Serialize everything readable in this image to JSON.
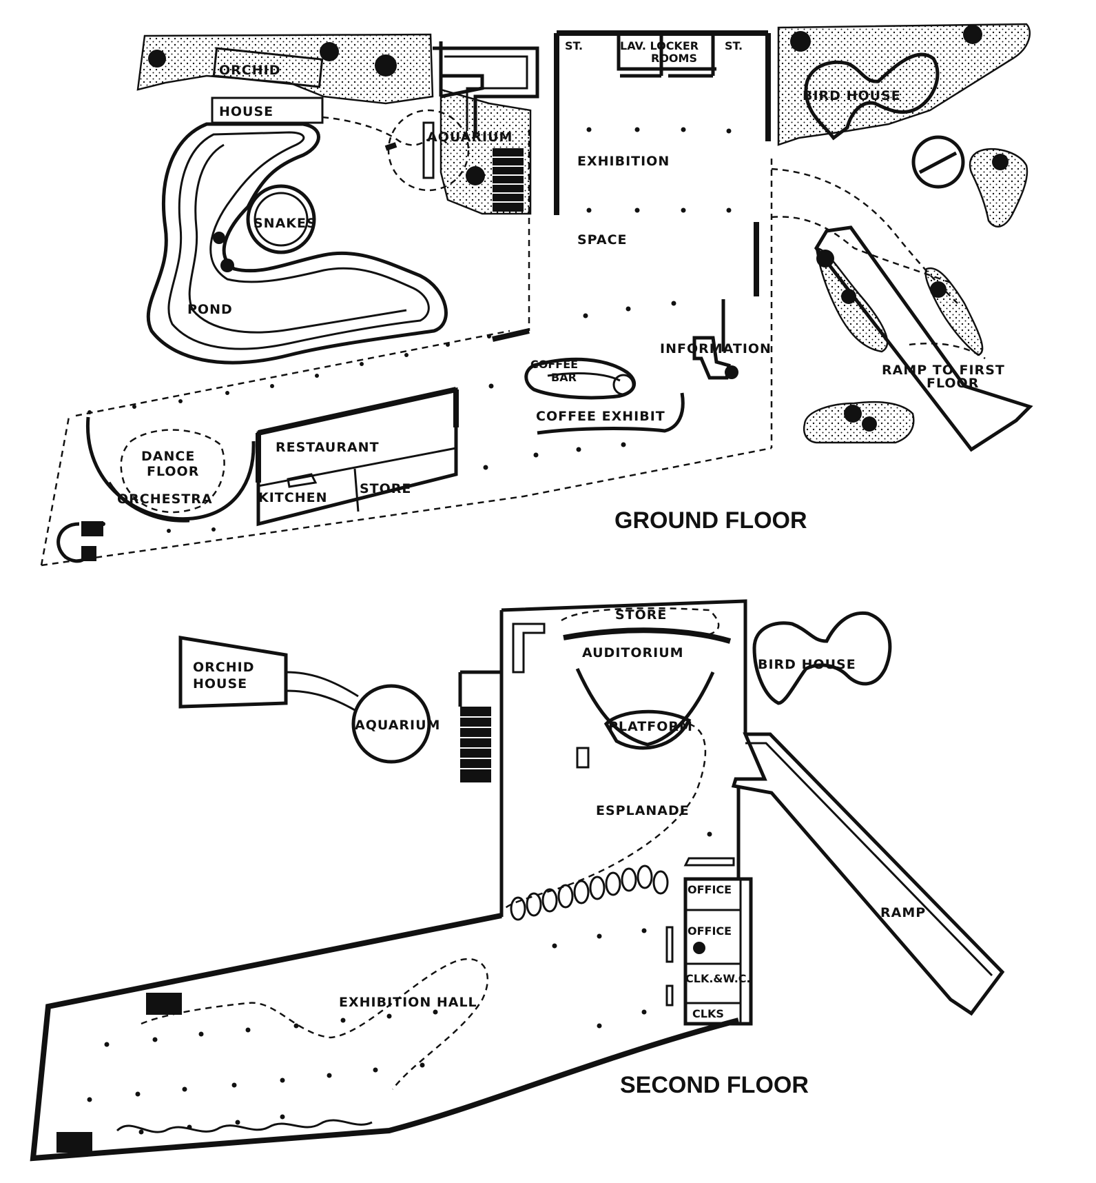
{
  "ground_floor": {
    "title": "GROUND FLOOR",
    "labels": {
      "orchid": "ORCHID",
      "house": "HOUSE",
      "aquarium": "AQUARIUM",
      "snakes": "SNAKES",
      "pond": "POND",
      "exhibition": "EXHIBITION",
      "space": "SPACE",
      "information": "INFORMATION",
      "coffee_bar_1": "COFFEE",
      "coffee_bar_2": "BAR",
      "coffee_exhibit": "COFFEE EXHIBIT",
      "restaurant": "RESTAURANT",
      "kitchen": "KITCHEN",
      "store": "STORE",
      "dance_floor_1": "DANCE",
      "dance_floor_2": "FLOOR",
      "orchestra": "ORCHESTRA",
      "bird_house": "BIRD HOUSE",
      "ramp_1": "RAMP TO FIRST",
      "ramp_2": "FLOOR",
      "st_left": "ST.",
      "st_right": "ST.",
      "lockers": "LAV. LOCKER",
      "rooms": "ROOMS"
    }
  },
  "second_floor": {
    "title": "SECOND FLOOR",
    "labels": {
      "orchid": "ORCHID",
      "house": "HOUSE",
      "aquarium": "AQUARIUM",
      "store": "STORE",
      "auditorium": "AUDITORIUM",
      "platform": "PLATFORM",
      "esplanade": "ESPLANADE",
      "bird_house": "BIRD HOUSE",
      "ramp": "RAMP",
      "office_1": "OFFICE",
      "office_2": "OFFICE",
      "clk_wc": "CLK.&W.C.",
      "clks": "CLKS",
      "exhibition_hall": "EXHIBITION HALL"
    }
  }
}
